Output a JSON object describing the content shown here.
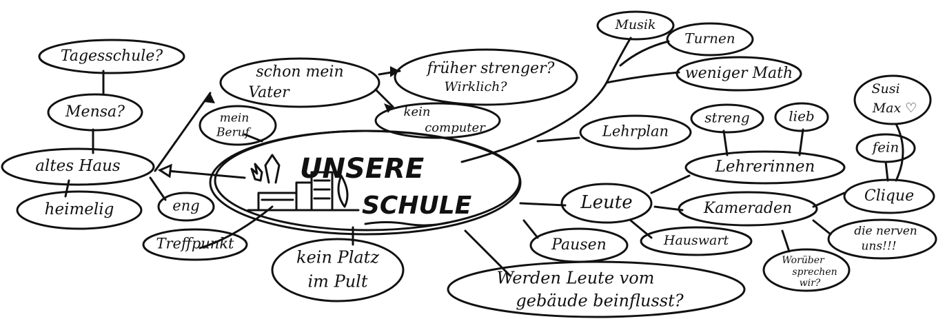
{
  "center": {
    "line1": "UNSERE",
    "line2": "SCHULE"
  },
  "nodes": {
    "tagesschule": "Tagesschule?",
    "mensa": "Mensa?",
    "altes_haus": "altes Haus",
    "heimelig": "heimelig",
    "eng": "eng",
    "treffpunkt": "Treffpunkt",
    "kein_platz_1": "kein Platz",
    "kein_platz_2": "im Pult",
    "werden_1": "Werden Leute vom",
    "werden_2": "gebäude beinflusst?",
    "pausen": "Pausen",
    "hauswart": "Hauswart",
    "leute": "Leute",
    "lehrerinnen": "Lehrerinnen",
    "streng": "streng",
    "lieb": "lieb",
    "kameraden": "Kameraden",
    "clique": "Clique",
    "fein": "fein",
    "susi": "Susi",
    "max": "Max ♡",
    "die_nerven_1": "die nerven",
    "die_nerven_2": "uns!!!",
    "worueber_1": "Worüber",
    "worueber_2": "sprechen",
    "worueber_3": "wir?",
    "lehrplan": "Lehrplan",
    "weniger_math": "weniger Math",
    "musik": "Musik",
    "turnen": "Turnen",
    "vater_1": "schon mein",
    "vater_2": "Vater",
    "frueher_1": "früher strenger?",
    "frueher_2": "Wirklich?",
    "kein_computer_1": "kein",
    "kein_computer_2": "computer",
    "mein_beruf_1": "mein",
    "mein_beruf_2": "Beruf"
  }
}
